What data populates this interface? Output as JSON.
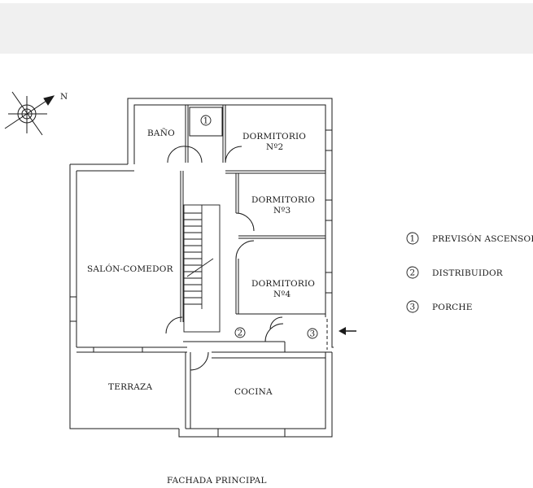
{
  "compass": {
    "north_label": "N"
  },
  "rooms": {
    "bano": "BAÑO",
    "dormitorio2_line1": "DORMITORIO",
    "dormitorio2_line2": "Nº2",
    "dormitorio3_line1": "DORMITORIO",
    "dormitorio3_line2": "Nº3",
    "dormitorio4_line1": "DORMITORIO",
    "dormitorio4_line2": "Nº4",
    "salon": "SALÓN-COMEDOR",
    "terraza": "TERRAZA",
    "cocina": "COCINA"
  },
  "markers": {
    "ascensor": "1",
    "distribuidor": "2",
    "porche": "3"
  },
  "legend": [
    {
      "num": "1",
      "label": "PREVISÓN ASCENSOR"
    },
    {
      "num": "2",
      "label": "DISTRIBUIDOR"
    },
    {
      "num": "3",
      "label": "PORCHE"
    }
  ],
  "caption": "FACHADA PRINCIPAL",
  "colors": {
    "wall": "#1a1a1a",
    "background": "#ffffff",
    "topbar": "#f0f0f0"
  }
}
